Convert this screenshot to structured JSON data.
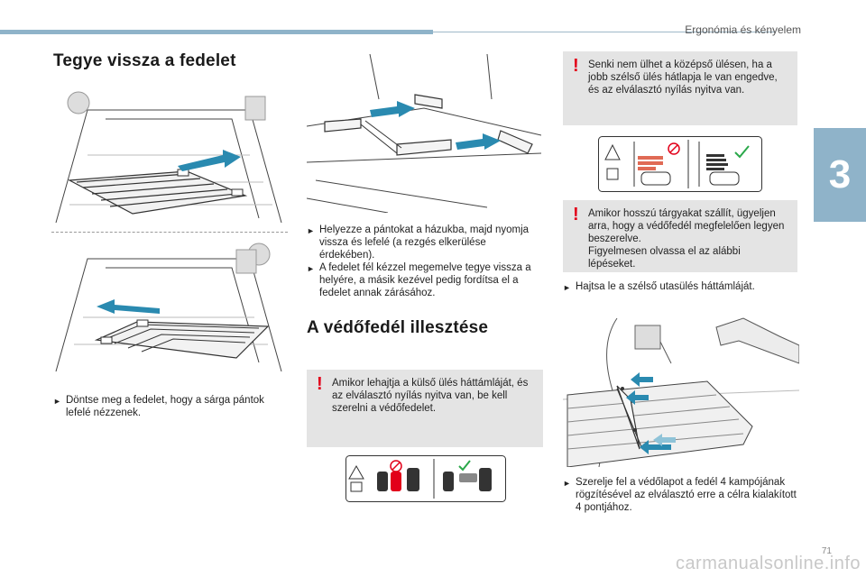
{
  "header": {
    "title": "Ergonómia és kényelem"
  },
  "chapter": {
    "number": "3"
  },
  "section1": {
    "title": "Tegye vissza a fedelet",
    "bullet1": "Döntse meg a fedelet, hogy a sárga pántok lefelé nézzenek."
  },
  "middle": {
    "bullets": [
      "Helyezze a pántokat a házukba, majd nyomja vissza és lefelé (a rezgés elkerülése érdekében).",
      "A fedelet fél kézzel megemelve tegye vissza a helyére, a másik kezével pedig fordítsa el a fedelet annak zárásához."
    ]
  },
  "section2": {
    "title": "A védőfedél illesztése",
    "warning": "Amikor lehajtja a külső ülés háttámláját, és az elválasztó nyílás nyitva van, be kell szerelni a védőfedelet."
  },
  "right": {
    "warning1": "Senki nem ülhet a középső ülésen, ha a jobb szélső ülés hátlapja le van engedve, és az elválasztó nyílás nyitva van.",
    "warning2a": "Amikor hosszú tárgyakat szállít, ügyeljen arra, hogy a védőfedél megfelelően legyen beszerelve.",
    "warning2b": "Figyelmesen olvassa el az alábbi lépéseket.",
    "bullet1": "Hajtsa le a szélső utasülés háttámláját.",
    "bullet2": "Szerelje fel a védőlapot a fedél 4 kampójának rögzítésével az elválasztó erre a célra kialakított 4 pontjához."
  },
  "page": {
    "number": "71"
  },
  "watermark": {
    "text": "carmanualsonline.info"
  },
  "icons": {
    "bullet": "bullet-marker-icon",
    "warning": "exclamation-icon"
  },
  "colors": {
    "accent": "#8fb3c9",
    "warning_mark": "#e2001a",
    "arrow": "#2a8ab0",
    "ok": "#2aa84a"
  }
}
